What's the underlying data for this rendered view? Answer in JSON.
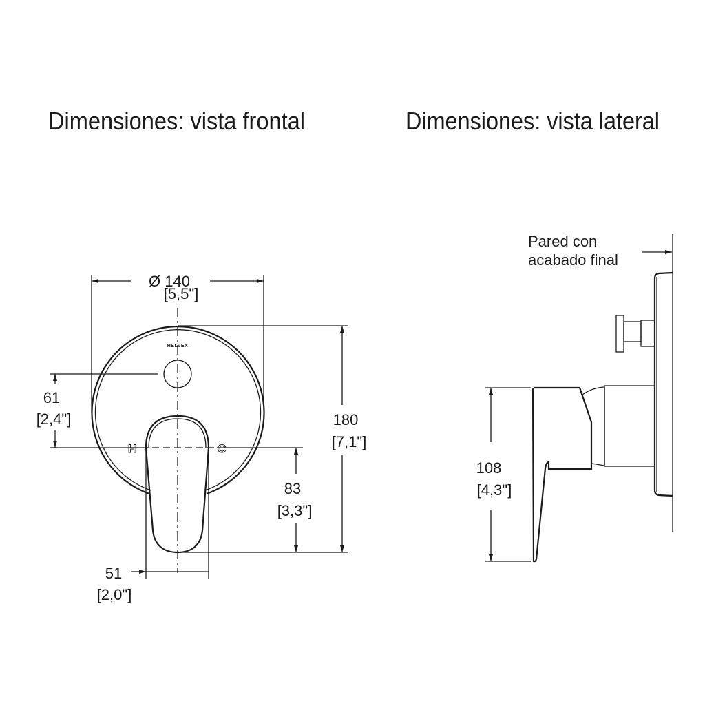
{
  "titles": {
    "front": "Dimensiones: vista frontal",
    "side": "Dimensiones: vista lateral"
  },
  "front_view": {
    "diameter": {
      "value": "Ø 140",
      "inches": "[5,5\"]"
    },
    "height_total": {
      "value": "180",
      "inches": "[7,1\"]"
    },
    "knob_offset": {
      "value": "61",
      "inches": "[2,4\"]"
    },
    "handle_drop": {
      "value": "83",
      "inches": "[3,3\"]"
    },
    "handle_width": {
      "value": "51",
      "inches": "[2,0\"]"
    },
    "hot_label": "H",
    "cold_label": "C",
    "logo": "HELVEX"
  },
  "side_view": {
    "wall_label_line1": "Pared con",
    "wall_label_line2": "acabado final",
    "handle_height": {
      "value": "108",
      "inches": "[4,3\"]"
    }
  }
}
